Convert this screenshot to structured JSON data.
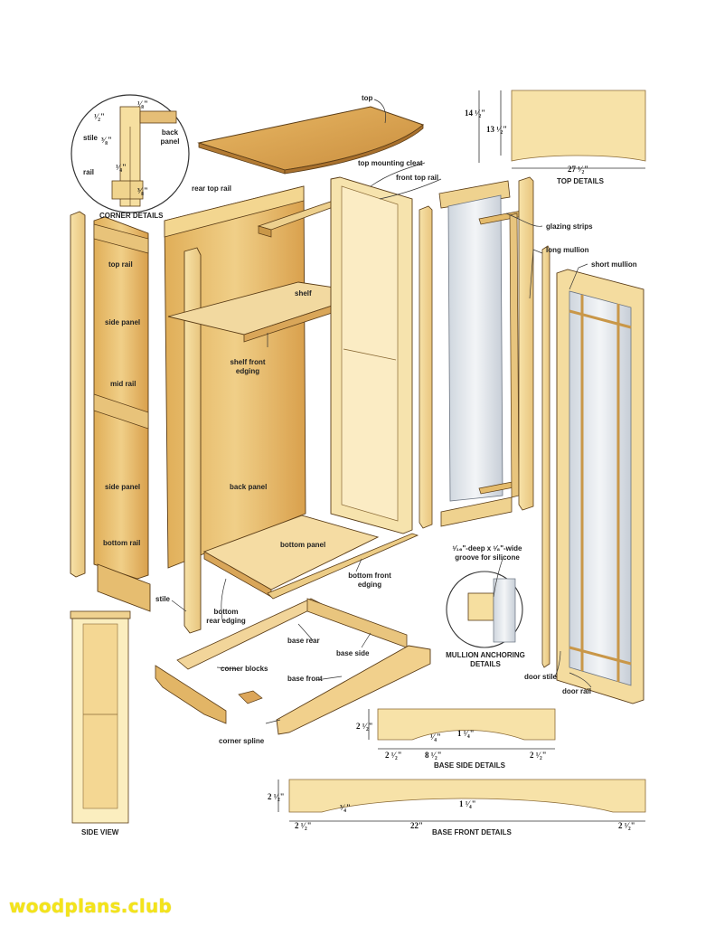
{
  "labels": {
    "top": "top",
    "top_mounting_cleat": "top mounting cleat",
    "front_top_rail": "front top rail",
    "rear_top_rail": "rear top rail",
    "corner_details": "CORNER DETAILS",
    "stile": "stile",
    "back_panel_small": "back panel",
    "rail": "rail",
    "top_rail": "top rail",
    "side_panel_1": "side panel",
    "mid_rail": "mid rail",
    "side_panel_2": "side panel",
    "bottom_rail": "bottom rail",
    "shelf": "shelf",
    "shelf_front_edging": "shelf front edging",
    "back_panel": "back panel",
    "bottom_panel": "bottom panel",
    "bottom_front_edging": "bottom front edging",
    "bottom_rear_edging": "bottom rear edging",
    "stile_main": "stile",
    "glazing_strips": "glazing strips",
    "long_mullion": "long mullion",
    "short_mullion": "short mullion",
    "top_details": "TOP DETAILS",
    "groove_note_line1": "¹⁄₁₆\"-deep x ¹⁄₈\"-wide",
    "groove_note_line2": "groove for silicone",
    "mullion_anchoring_line1": "MULLION ANCHORING",
    "mullion_anchoring_line2": "DETAILS",
    "door_stile": "door stile",
    "door_rail": "door rail",
    "base_rear": "base rear",
    "base_side": "base side",
    "corner_blocks": "corner blocks",
    "base_front": "base front",
    "corner_spline": "corner spline",
    "side_view": "SIDE VIEW",
    "base_side_details": "BASE SIDE DETAILS",
    "base_front_details": "BASE FRONT DETAILS"
  },
  "dimensions": {
    "corner_half_a": "¹⁄₂\"",
    "corner_eighth_a": "¹⁄₈\"",
    "corner_three_eighths": "³⁄₈\"",
    "corner_quarter": "¹⁄₄\"",
    "corner_three_eighths_b": "³⁄₈\"",
    "top_depth_outer": "14 ¹⁄₂\"",
    "top_depth_inner": "13 ¹⁄₂\"",
    "top_width": "27 ¹⁄₂\"",
    "bs_height": "2 ¹⁄₂\"",
    "bs_quarter": "¹⁄₄\"",
    "bs_rise": "1 ¹⁄₄\"",
    "bs_left": "2 ¹⁄₂\"",
    "bs_center": "8 ¹⁄₂\"",
    "bs_right": "2 ¹⁄₂\"",
    "bf_height": "2 ¹⁄₂\"",
    "bf_three_quarter": "³⁄₄\"",
    "bf_rise": "1 ¹⁄₄\"",
    "bf_left": "2 ¹⁄₂\"",
    "bf_center": "22\"",
    "bf_right": "2 ¹⁄₂\""
  },
  "watermark": "woodplans.club",
  "colors": {
    "wood_light": "#f6dfa0",
    "wood_mid": "#e9c57a",
    "wood_dark": "#c99748",
    "panel": "#e8c06a",
    "panel_dark": "#d19a45",
    "glass": "#d9dfe6",
    "outline": "#5a3c16",
    "watermark": "#f4e41a"
  }
}
